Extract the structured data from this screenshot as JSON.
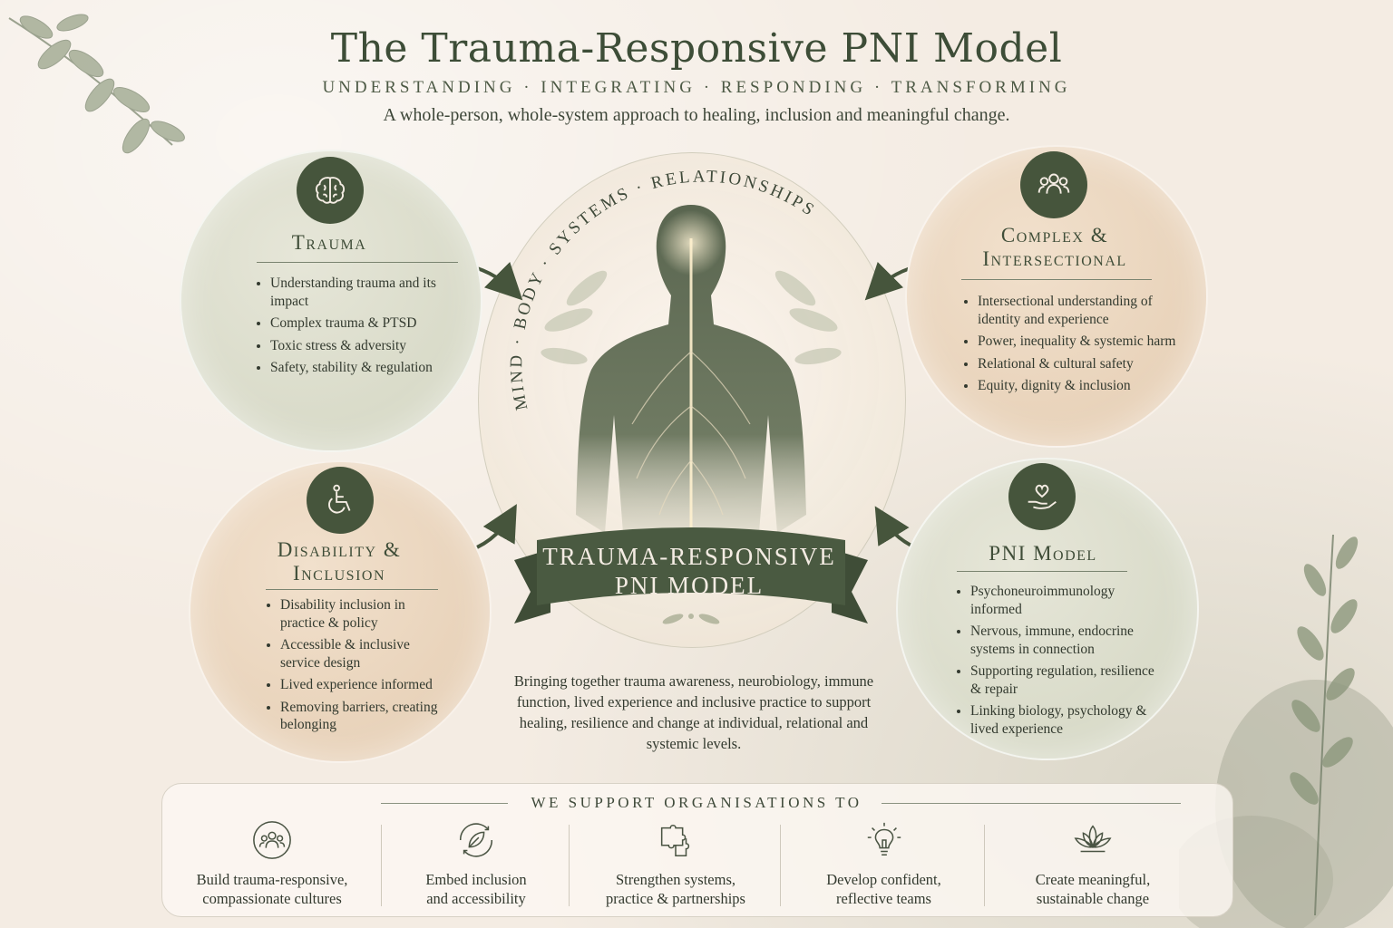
{
  "header": {
    "title": "The Trauma-Responsive PNI Model",
    "tagline": "UNDERSTANDING · INTEGRATING · RESPONDING · TRANSFORMING",
    "subtitle": "A whole-person, whole-system approach to healing, inclusion and meaningful change."
  },
  "center": {
    "arc_text": "MIND · BODY · SYSTEMS · RELATIONSHIPS",
    "banner_line1": "TRAUMA-RESPONSIVE",
    "banner_line2": "PNI MODEL",
    "description": "Bringing together trauma awareness, neurobiology, immune function, lived experience and inclusive practice to support healing, resilience and change at individual, relational and systemic levels."
  },
  "pillars": {
    "trauma": {
      "icon": "brain-icon",
      "title": "Trauma",
      "items": [
        "Understanding trauma and its impact",
        "Complex trauma & PTSD",
        "Toxic stress & adversity",
        "Safety, stability & regulation"
      ]
    },
    "complex": {
      "icon": "people-icon",
      "title_line1": "Complex &",
      "title_line2": "Intersectional",
      "items": [
        "Intersectional understanding of identity and experience",
        "Power, inequality & systemic harm",
        "Relational & cultural safety",
        "Equity, dignity & inclusion"
      ]
    },
    "disability": {
      "icon": "wheelchair-icon",
      "title_line1": "Disability &",
      "title_line2": "Inclusion",
      "items": [
        "Disability inclusion in practice & policy",
        "Accessible & inclusive service design",
        "Lived experience informed",
        "Removing barriers, creating belonging"
      ]
    },
    "pni": {
      "icon": "heart-hand-icon",
      "title": "PNI Model",
      "items": [
        "Psychoneuroimmunology informed",
        "Nervous, immune, endocrine systems in connection",
        "Supporting regulation, resilience & repair",
        "Linking biology, psychology & lived experience"
      ]
    }
  },
  "support": {
    "title": "WE SUPPORT ORGANISATIONS TO",
    "items": [
      {
        "icon": "group-icon",
        "line1": "Build trauma-responsive,",
        "line2": "compassionate cultures"
      },
      {
        "icon": "leaf-cycle-icon",
        "line1": "Embed inclusion",
        "line2": "and accessibility"
      },
      {
        "icon": "puzzle-icon",
        "line1": "Strengthen systems,",
        "line2": "practice & partnerships"
      },
      {
        "icon": "lightbulb-icon",
        "line1": "Develop confident,",
        "line2": "reflective teams"
      },
      {
        "icon": "lotus-icon",
        "line1": "Create meaningful,",
        "line2": "sustainable change"
      }
    ]
  },
  "colors": {
    "accent_dark_green": "#46553c",
    "sage": "#d2d5c1",
    "tan": "#e4ccb1",
    "background": "#f4ece3"
  }
}
